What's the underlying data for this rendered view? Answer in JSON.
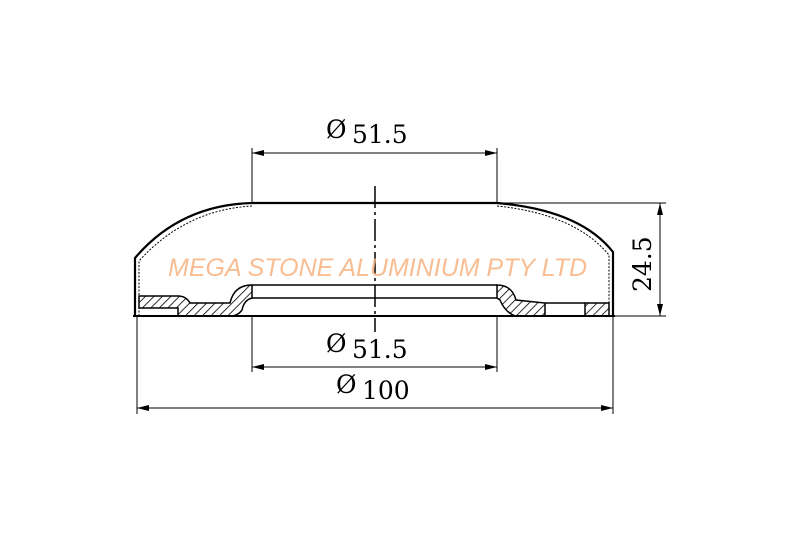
{
  "drawing": {
    "top_diameter": {
      "symbol": "Ø",
      "value": "51.5"
    },
    "bottom_inner_diameter": {
      "symbol": "Ø",
      "value": "51.5"
    },
    "outer_diameter": {
      "symbol": "Ø",
      "value": "100"
    },
    "height": "24.5",
    "watermark": "MEGA STONE ALUMINIUM PTY LTD",
    "line_color": "#000000",
    "watermark_color": "#f7b27f"
  }
}
